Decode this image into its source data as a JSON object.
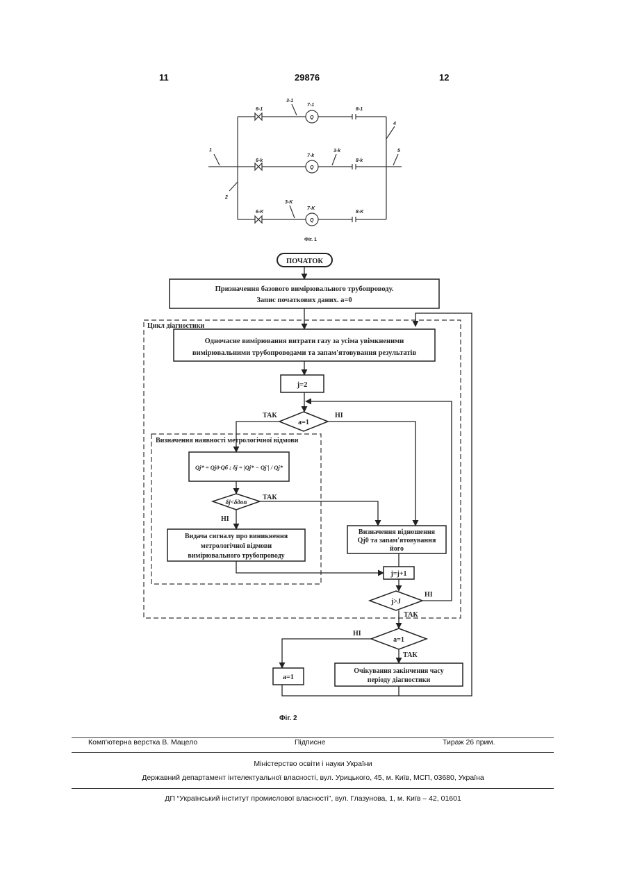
{
  "header": {
    "left_page": "11",
    "patent_number": "29876",
    "right_page": "12"
  },
  "fig1": {
    "caption": "Фіг. 1",
    "labels": {
      "inlet": "1",
      "collector_in": "2",
      "collector_out": "4",
      "outlet": "5",
      "top_line": "3-1",
      "mid_line": "3-k",
      "bot_line": "3-K",
      "top_valve_in": "6-1",
      "mid_valve_in": "6-k",
      "bot_valve_in": "6-K",
      "top_meter": "7-1",
      "mid_meter": "7-k",
      "bot_meter": "7-K",
      "top_valve_out": "8-1",
      "mid_valve_out": "8-k",
      "bot_valve_out": "8-K",
      "meter_symbol": "Q"
    }
  },
  "fig2": {
    "caption": "Фіг. 2",
    "start": "ПОЧАТОК",
    "assign_line1": "Призначення базового вимірювального трубопроводу.",
    "assign_line2": "Запис початкових даних. a=0",
    "cycle_label": "Цикл діагностики",
    "measure_line1": "Одночасне вимірювання витрати газу за усіма увімкненими",
    "measure_line2": "вимірювальними трубопроводами та запам'ятовування результатів",
    "init_j": "j=2",
    "cond_a": "a=1",
    "yes": "ТАК",
    "no": "НІ",
    "metro_label": "Визначення наявності метрологічної відмови",
    "formula": "Qj* = Qj0·Qб ; δj = |Qj* − Qj'| / Qj*",
    "cond_delta": "δj<δдоп",
    "signal_line1": "Видача сигналу про виникнення",
    "signal_line2": "метрологічної відмови",
    "signal_line3": "вимірювального трубопроводу",
    "ratio_line1": "Визначення відношення",
    "ratio_line2": "Qj0 та запам'ятовування",
    "ratio_line3": "його",
    "inc_j": "j=j+1",
    "cond_j": "j>J",
    "cond_a2": "a=1",
    "set_a": "a=1",
    "wait_line1": "Очікування закінчення часу",
    "wait_line2": "періоду діагностики"
  },
  "footer": {
    "layout": "Комп'ютерна верстка В. Мацело",
    "signed": "Підписне",
    "copies": "Тираж 26 прим.",
    "ministry": "Міністерство освіти і науки України",
    "department": "Державний департамент інтелектуальної власності, вул. Урицького, 45, м. Київ, МСП, 03680, Україна",
    "institute": "ДП “Український інститут промислової власності”, вул. Глазунова, 1, м. Київ – 42, 01601"
  }
}
